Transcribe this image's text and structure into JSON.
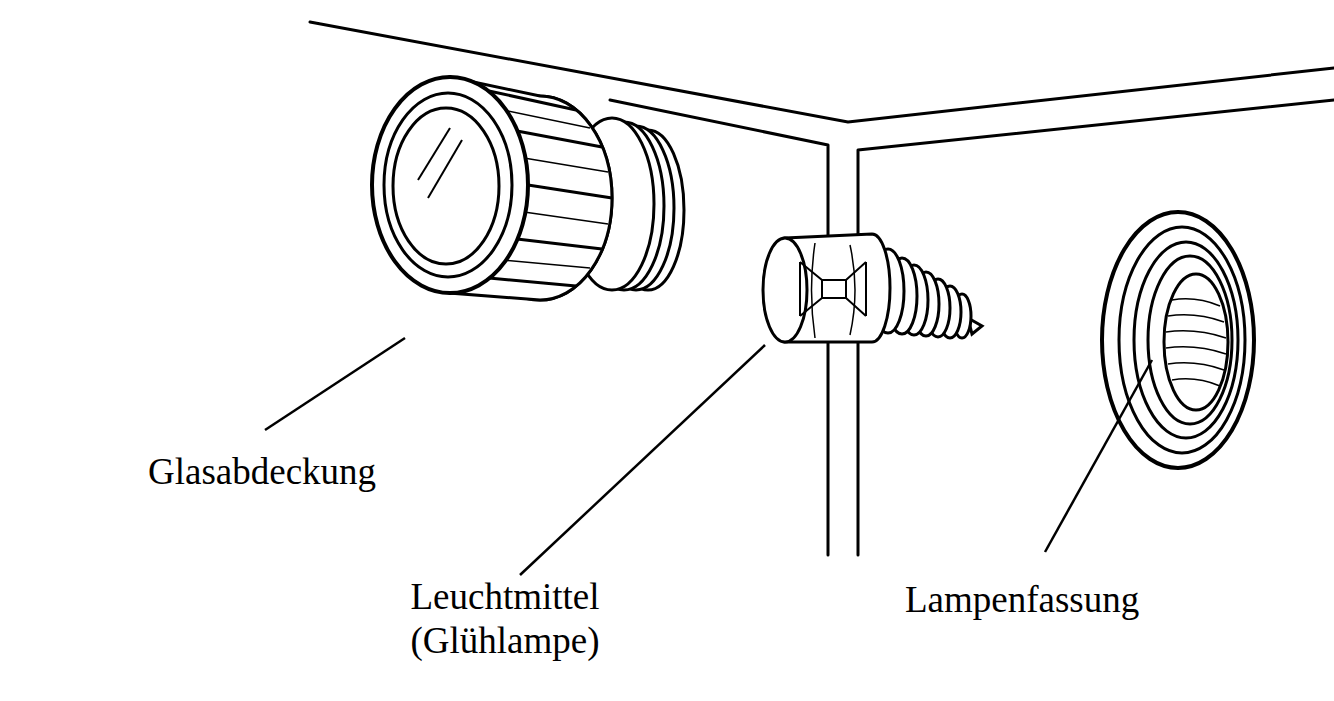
{
  "diagram": {
    "labels": [
      "Glasabdeckung",
      "Leuchtmittel (Glühlampe)",
      "Lampenfassung"
    ]
  }
}
